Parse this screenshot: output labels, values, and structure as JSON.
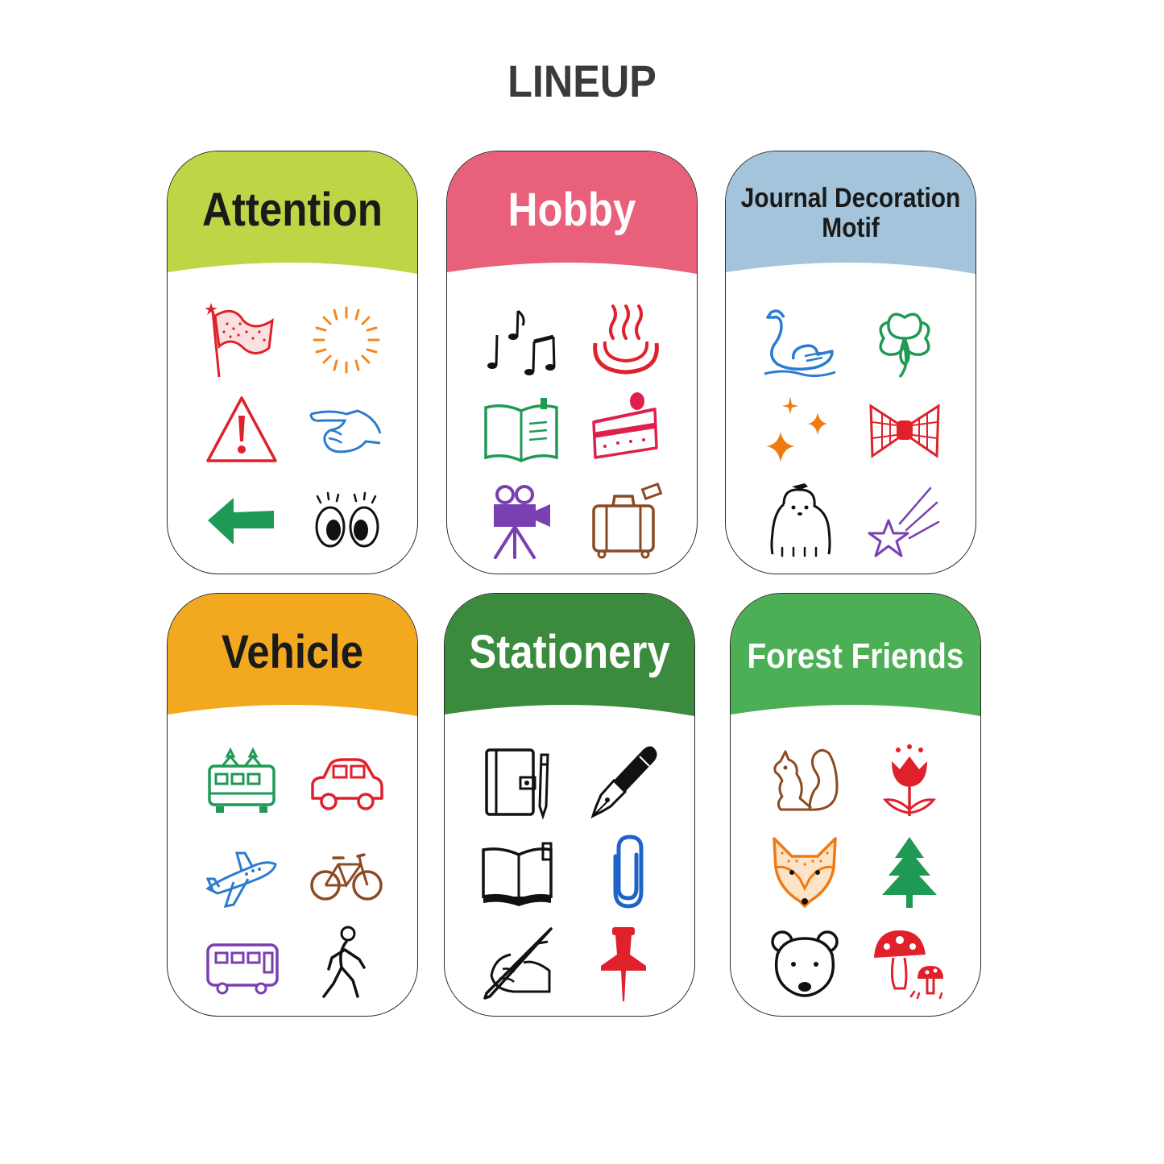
{
  "page": {
    "title": "LINEUP"
  },
  "cards": [
    {
      "id": "attention",
      "title": "Attention",
      "header_color": "#bcd646",
      "title_color": "#1a1a1a",
      "icons": [
        "flag-icon",
        "sunburst-icon",
        "warning-icon",
        "pointing-hand-icon",
        "arrow-left-icon",
        "eyes-icon"
      ]
    },
    {
      "id": "hobby",
      "title": "Hobby",
      "header_color": "#e8607a",
      "title_color": "#ffffff",
      "icons": [
        "music-notes-icon",
        "hot-spring-icon",
        "open-book-icon",
        "cake-slice-icon",
        "movie-camera-icon",
        "suitcase-icon"
      ]
    },
    {
      "id": "journal",
      "title": "Journal Decoration Motif",
      "header_color": "#a4c4db",
      "title_color": "#1a1a1a",
      "icons": [
        "swan-icon",
        "clover-icon",
        "sparkles-icon",
        "bow-icon",
        "dog-icon",
        "shooting-star-icon"
      ]
    },
    {
      "id": "vehicle",
      "title": "Vehicle",
      "header_color": "#f2a81f",
      "title_color": "#1a1a1a",
      "icons": [
        "train-icon",
        "car-icon",
        "airplane-icon",
        "bicycle-icon",
        "bus-icon",
        "walking-person-icon"
      ]
    },
    {
      "id": "stationery",
      "title": "Stationery",
      "header_color": "#3b8a3e",
      "title_color": "#ffffff",
      "icons": [
        "planner-icon",
        "fountain-pen-icon",
        "notebook-icon",
        "paper-clip-icon",
        "writing-hand-icon",
        "push-pin-icon"
      ]
    },
    {
      "id": "forest",
      "title": "Forest Friends",
      "header_color": "#4caf55",
      "title_color": "#ffffff",
      "icons": [
        "squirrel-icon",
        "tulip-icon",
        "fox-icon",
        "pine-tree-icon",
        "bear-icon",
        "mushroom-icon"
      ]
    }
  ]
}
